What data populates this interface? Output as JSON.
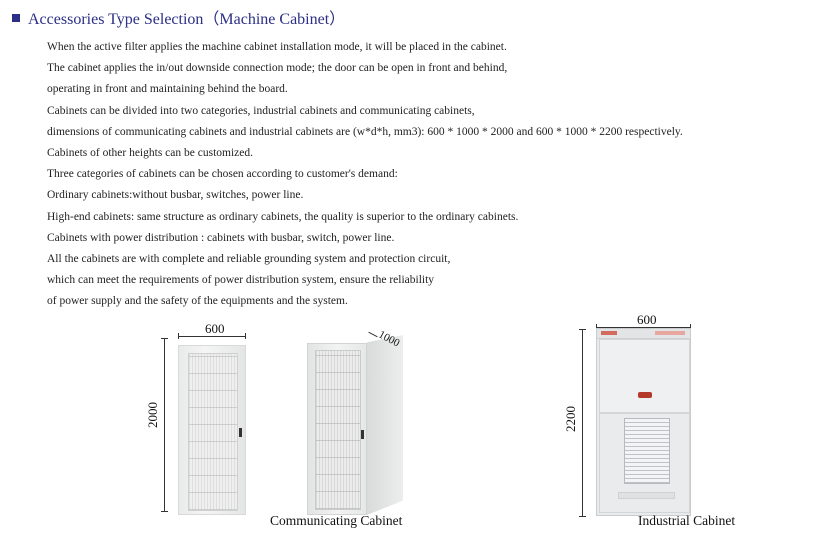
{
  "title": "Accessories Type Selection（Machine Cabinet）",
  "paragraph_lines": [
    "When the active filter applies the machine cabinet installation mode, it will be placed in the cabinet.",
    "The cabinet applies the in/out downside connection mode; the door can be open in front and behind,",
    "operating in front and maintaining behind the board.",
    "Cabinets can be divided into two categories, industrial cabinets and communicating cabinets,",
    "dimensions of communicating cabinets and industrial cabinets are (w*d*h, mm3): 600 * 1000 * 2000 and 600 * 1000 * 2200  respectively.",
    "Cabinets of other heights can be customized.",
    "Three categories of cabinets can be chosen according to customer's demand:",
    "Ordinary cabinets:without busbar, switches, power line.",
    "High-end cabinets: same structure as ordinary cabinets, the quality is superior to the ordinary cabinets.",
    "Cabinets with power distribution : cabinets with busbar, switch, power line.",
    "All the cabinets are with complete and reliable grounding system and protection circuit,",
    "which can meet the requirements of power distribution system, ensure the reliability",
    "of power supply and the safety of the equipments and the system."
  ],
  "figures": {
    "communicating": {
      "width_label": "600",
      "height_label": "2000",
      "depth_label": "1000",
      "caption": "Communicating Cabinet"
    },
    "industrial": {
      "width_label": "600",
      "height_label": "2200",
      "caption": "Industrial Cabinet"
    }
  },
  "colors": {
    "title": "#2b2f86",
    "text": "#222222",
    "accent_red": "#b33a2b"
  }
}
